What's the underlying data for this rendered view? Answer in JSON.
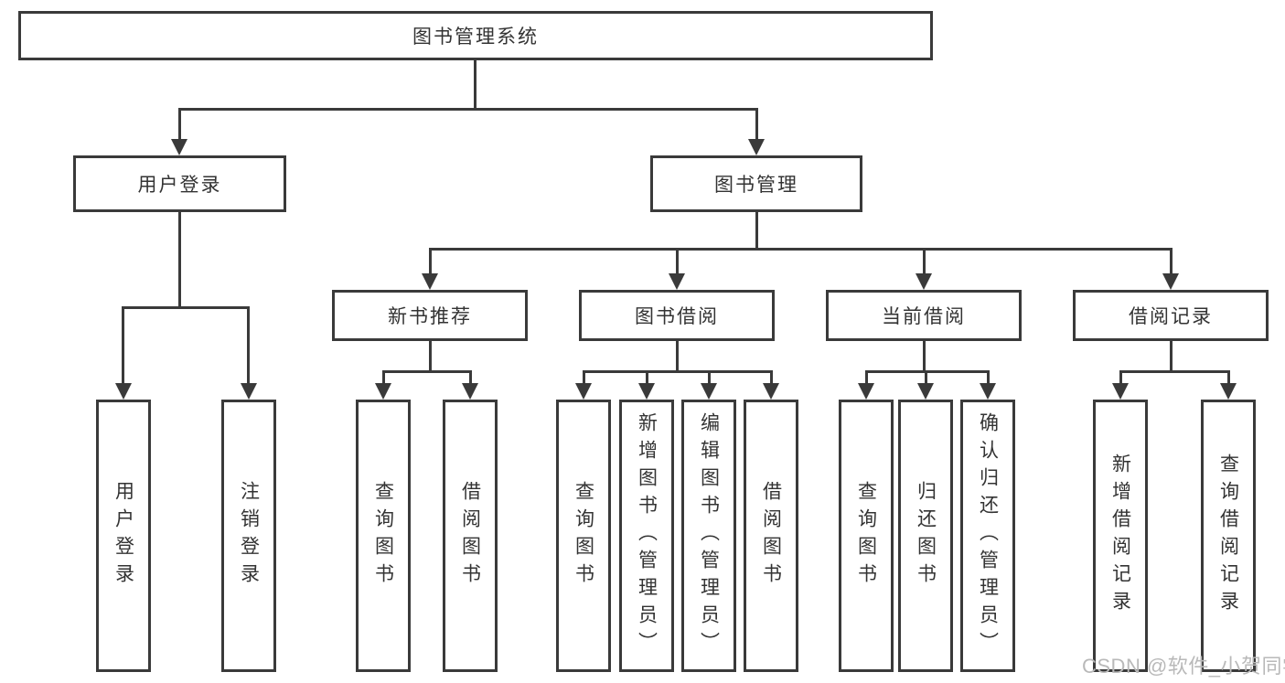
{
  "diagram": {
    "nodes": {
      "root": {
        "label": "图书管理系统"
      },
      "user_login": {
        "label": "用户登录"
      },
      "book_mgmt": {
        "label": "图书管理"
      },
      "new_book_rec": {
        "label": "新书推荐"
      },
      "book_borrow": {
        "label": "图书借阅"
      },
      "current_borrow": {
        "label": "当前借阅"
      },
      "borrow_records": {
        "label": "借阅记录"
      },
      "ul_login": {
        "label": "用户登录"
      },
      "ul_logout": {
        "label": "注销登录"
      },
      "nb_query": {
        "label": "查询图书"
      },
      "nb_borrow": {
        "label": "借阅图书"
      },
      "bb_query": {
        "label": "查询图书"
      },
      "bb_add": {
        "label": "新增图书（管理员）"
      },
      "bb_edit": {
        "label": "编辑图书（管理员）"
      },
      "bb_borrow": {
        "label": "借阅图书"
      },
      "cb_query": {
        "label": "查询图书"
      },
      "cb_return": {
        "label": "归还图书"
      },
      "cb_confirm": {
        "label": "确认归还（管理员）"
      },
      "br_add": {
        "label": "新增借阅记录"
      },
      "br_query": {
        "label": "查询借阅记录"
      }
    },
    "hierarchy": {
      "图书管理系统": {
        "用户登录": [
          "用户登录",
          "注销登录"
        ],
        "图书管理": {
          "新书推荐": [
            "查询图书",
            "借阅图书"
          ],
          "图书借阅": [
            "查询图书",
            "新增图书（管理员）",
            "编辑图书（管理员）",
            "借阅图书"
          ],
          "当前借阅": [
            "查询图书",
            "归还图书",
            "确认归还（管理员）"
          ],
          "借阅记录": [
            "新增借阅记录",
            "查询借阅记录"
          ]
        }
      }
    },
    "colors": {
      "line": "#3a3a3a",
      "text": "#333333",
      "box_background": "#ffffff",
      "page_background": "#ffffff",
      "watermark": "#b9b9b9"
    }
  },
  "watermark": {
    "text": "CSDN @软件_小贺同学"
  }
}
